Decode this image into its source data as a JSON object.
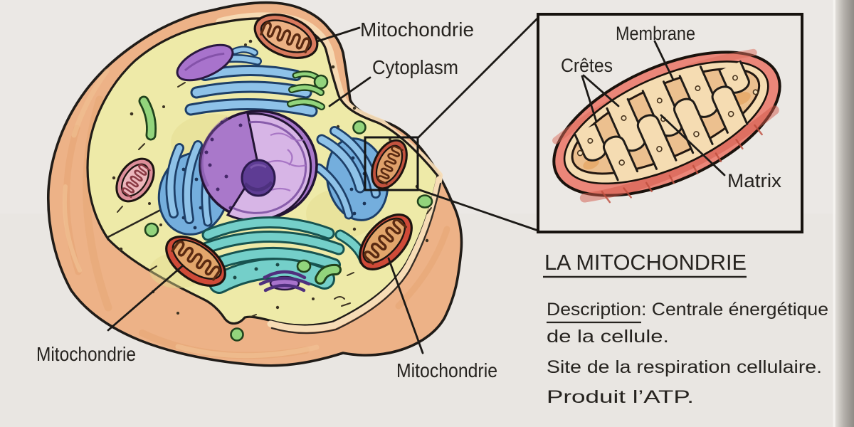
{
  "board": {
    "surface_color": "#e9e6e2",
    "edge_color": "#928e89"
  },
  "cell_diagram": {
    "labels": {
      "mitochondrie_top": "Mitochondrie",
      "cytoplasm": "Cytoplasm",
      "mitochondrie_bottom_left": "Mitochondrie",
      "mitochondrie_bottom_center": "Mitochondrie"
    },
    "colors": {
      "membrane": "#edb287",
      "membrane_band": "#f7dcb6",
      "cytoplasm": "#eeeaa8",
      "nucleus": "#a978ca",
      "nucleus_face": "#d7b5e6",
      "nucleolus": "#5e3c94",
      "er_blue": "#8ec2e8",
      "er_blob_blue": "#74aedd",
      "golgi_teal": "#74cfc9",
      "organelle_green": "#92d47c",
      "mitochondrion_body": "#e2a56b",
      "mitochondrion_rim": "#cf4a38"
    }
  },
  "inset": {
    "labels": {
      "membrane": "Membrane",
      "cretes": "Crêtes",
      "matrix": "Matrix"
    },
    "colors": {
      "outer_membrane": "#eb8679",
      "cristae_space": "#f5dcb2",
      "matrix": "#ecc08f"
    }
  },
  "notes": {
    "title": "LA MITOCHONDRIE",
    "description_label": "Description",
    "description_value": ": Centrale énergétique",
    "line2": "de la cellule.",
    "line3": "Site de la respiration cellulaire.",
    "line4": "Produit l’ATP."
  }
}
